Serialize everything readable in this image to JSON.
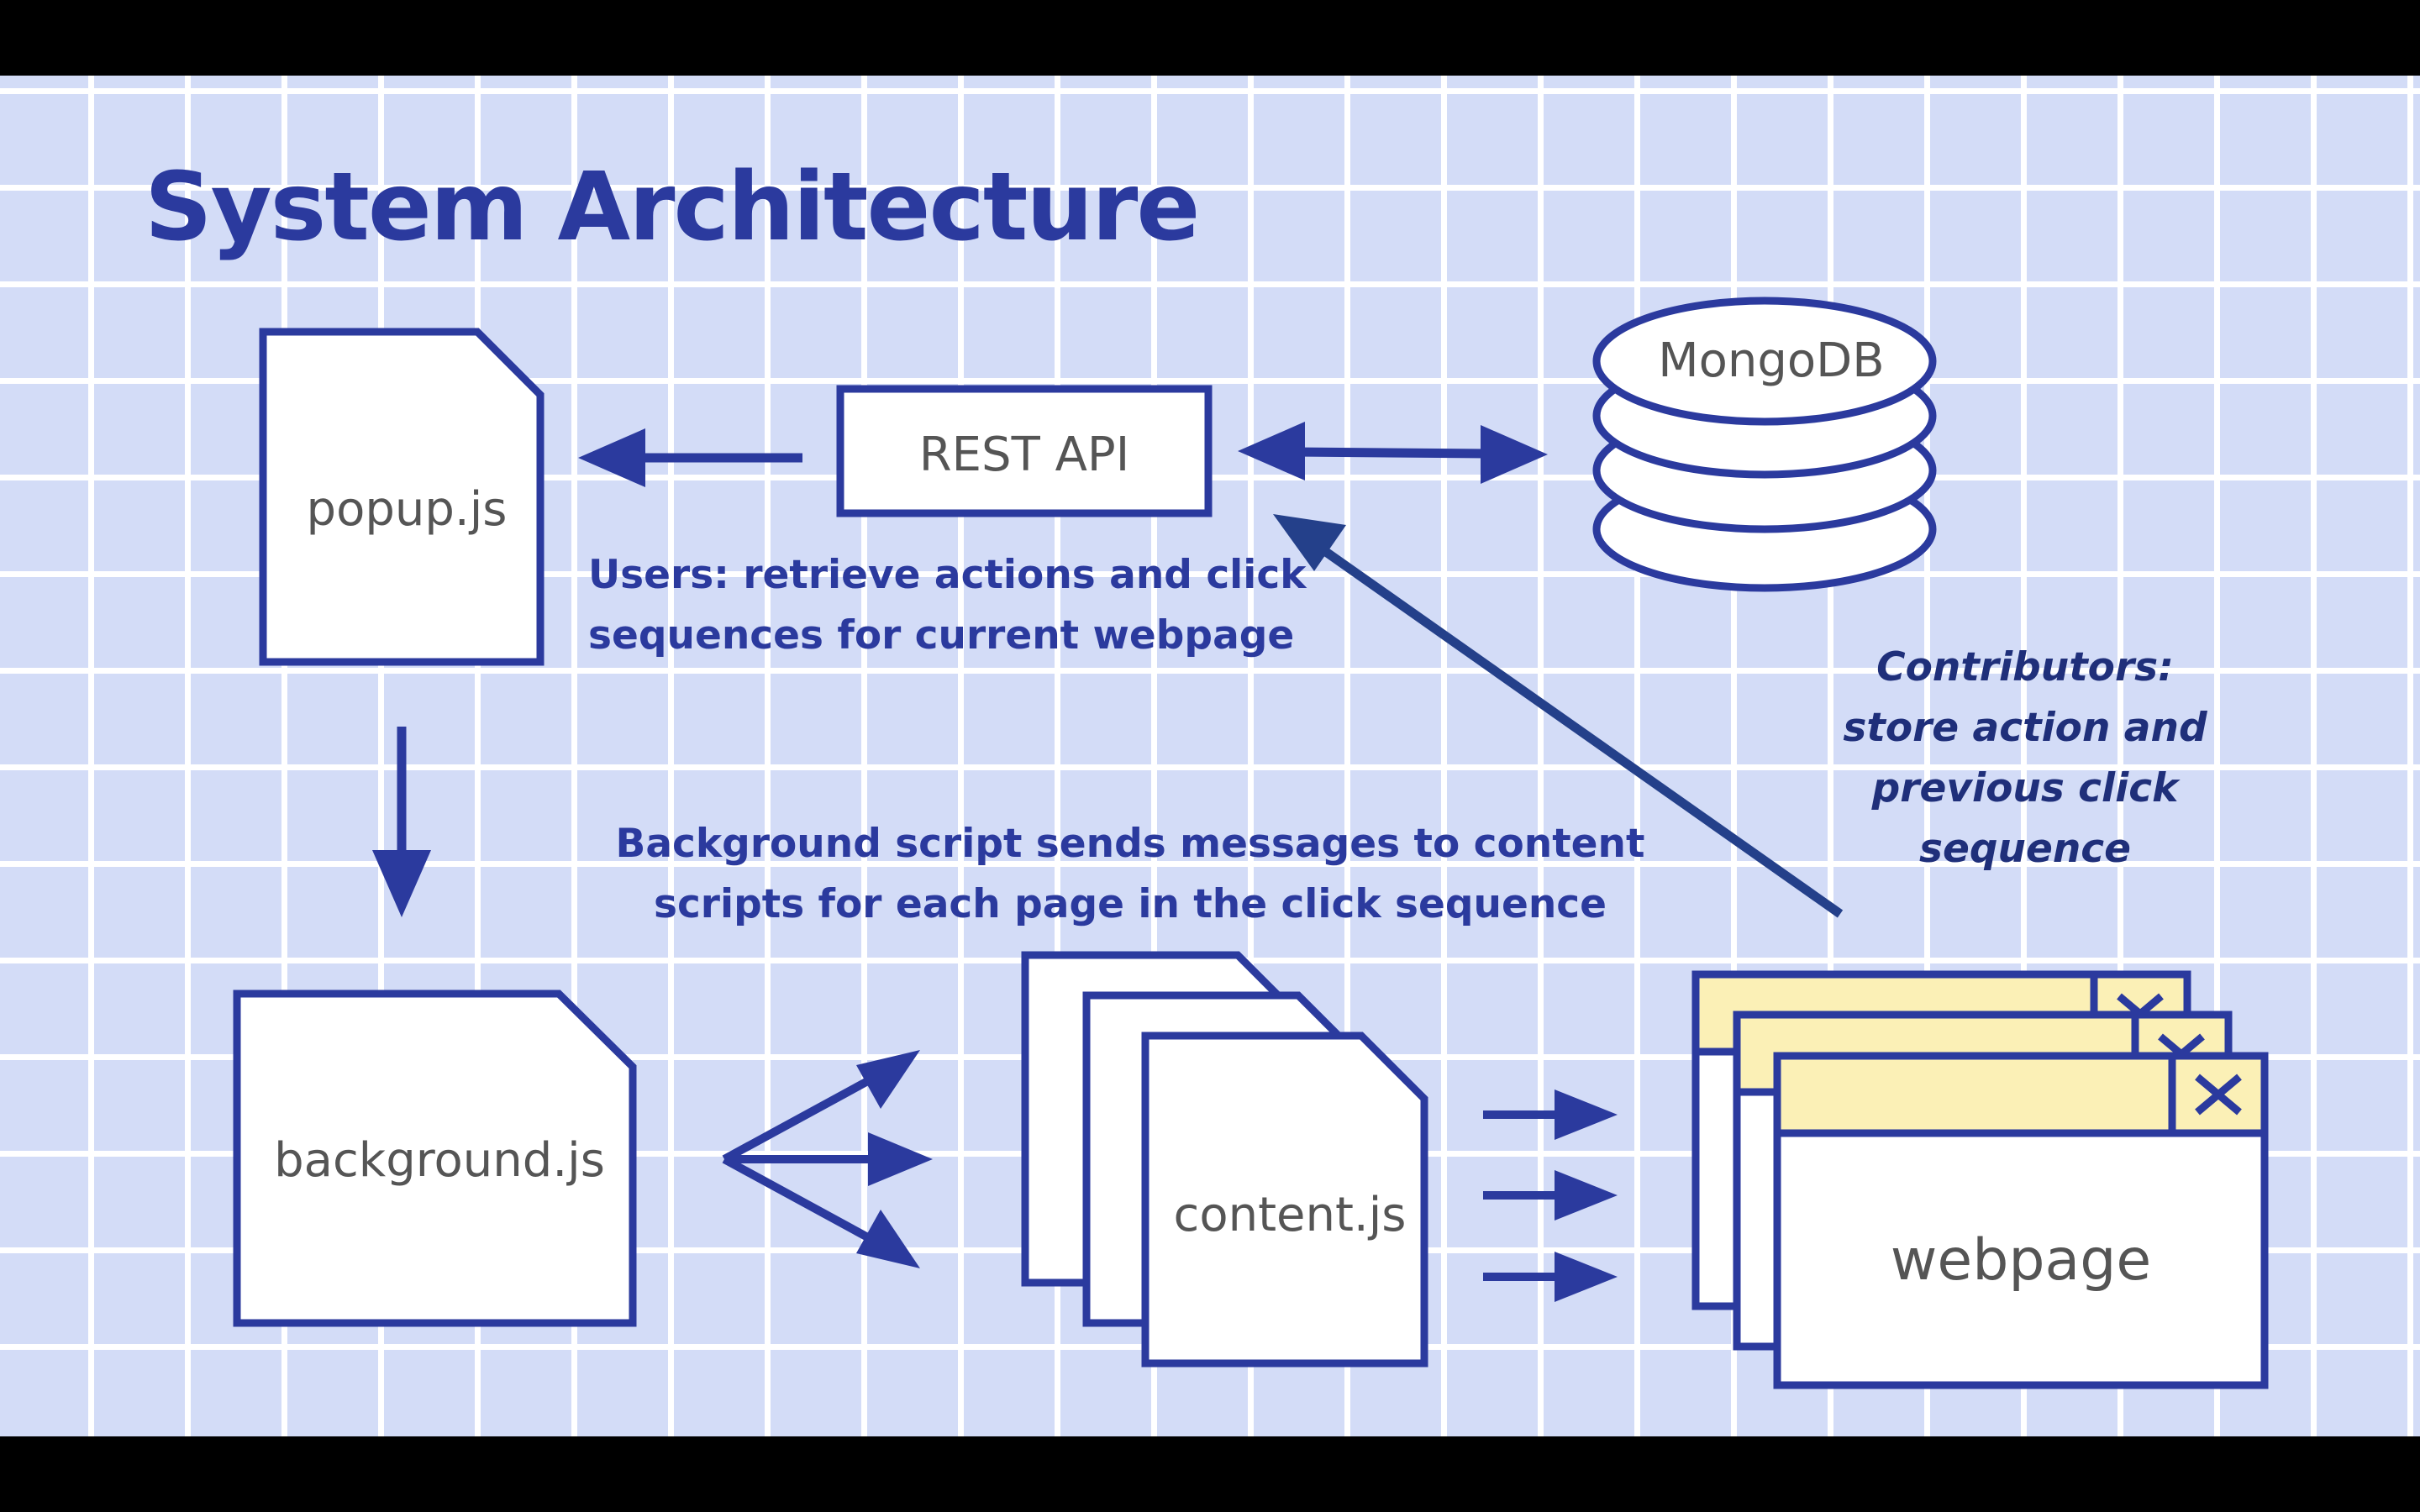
{
  "title": "System Architecture",
  "nodes": {
    "popup": "popup.js",
    "rest_api": "REST API",
    "mongodb": "MongoDB",
    "background": "background.js",
    "content": "content.js",
    "webpage": "webpage"
  },
  "notes": {
    "users_line1": "Users: retrieve actions and click",
    "users_line2": "sequences for current webpage",
    "background_line1": "Background script sends messages to content",
    "background_line2": "scripts for each page in the click sequence",
    "contributors_line1": "Contributors:",
    "contributors_line2": "store action and",
    "contributors_line3": "previous click",
    "contributors_line4": "sequence"
  },
  "colors": {
    "background": "#d3dcf7",
    "grid": "#ffffff",
    "stroke": "#2b3a9e",
    "title": "#2b3a9e",
    "label": "#555555",
    "window_bar": "#fbf0b6",
    "letterbox": "#000000",
    "arrow_diag": "#24408a"
  }
}
